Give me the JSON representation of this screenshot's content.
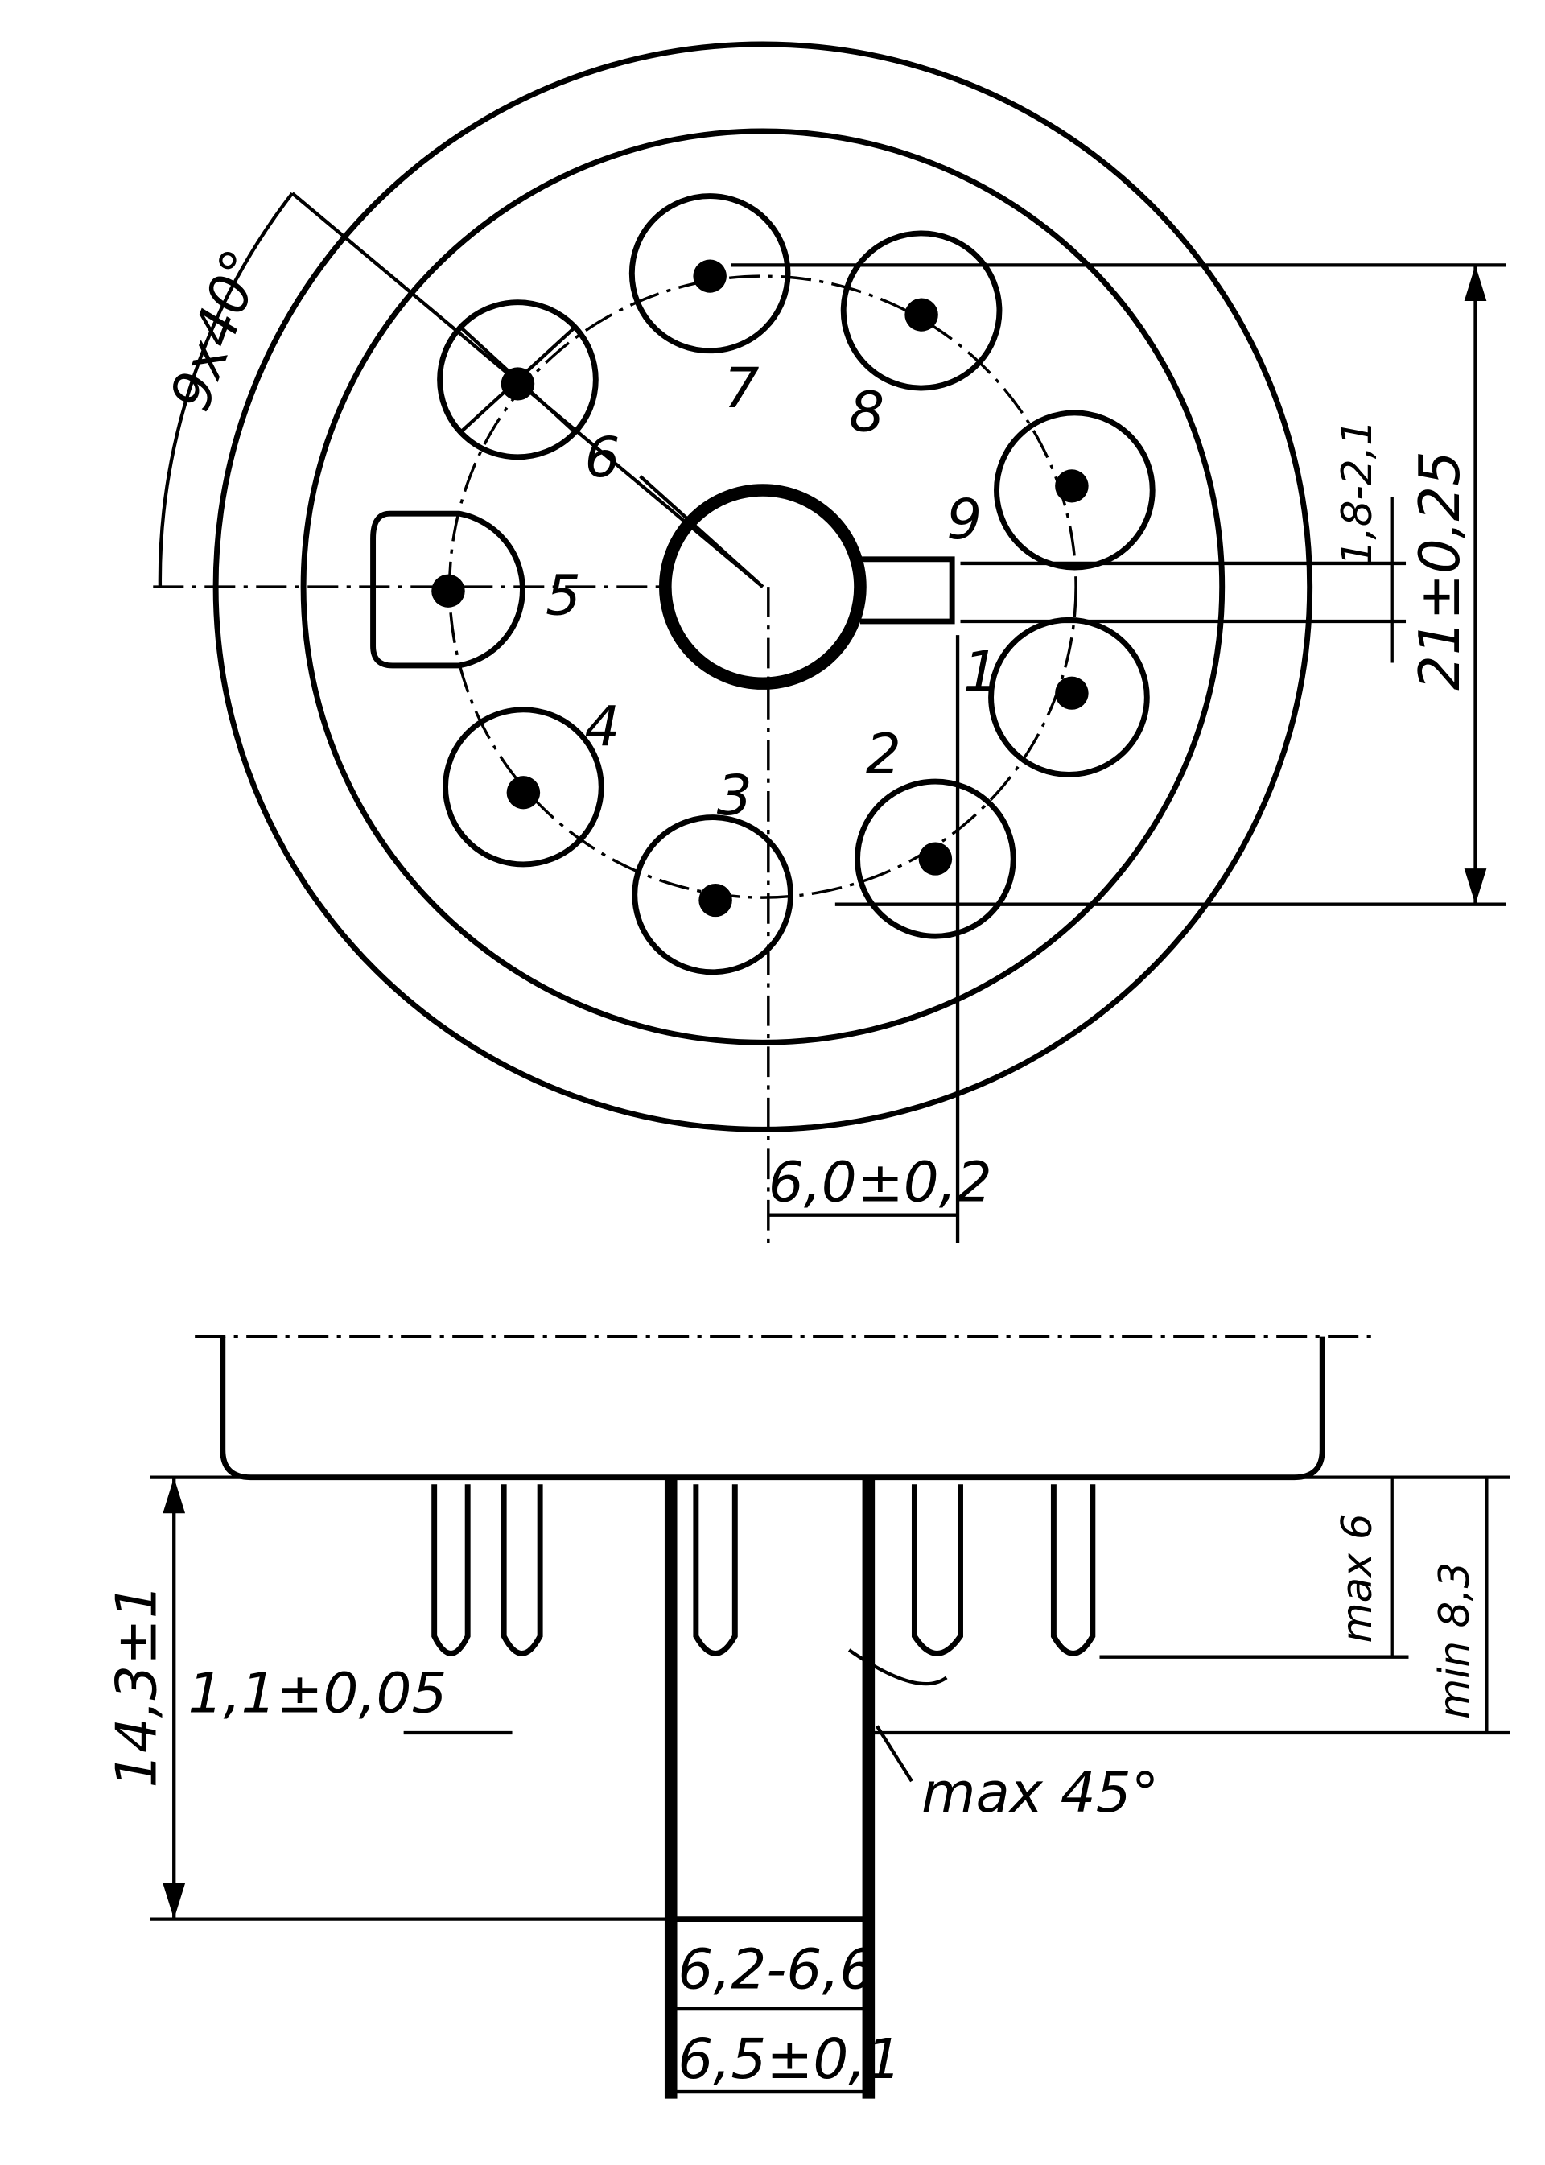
{
  "top_view": {
    "angle_dim": "9x40°",
    "pin_labels": [
      "1",
      "2",
      "3",
      "4",
      "5",
      "6",
      "7",
      "8",
      "9"
    ],
    "key_width_dim": "1,8-2,1",
    "pitch_dim": "21±0,25",
    "offset_dim": "6,0±0,2"
  },
  "side_view": {
    "overall_length_dim": "14,3±1",
    "pin_diameter_dim": "1,1±0,05",
    "max_pin_dim": "max 6",
    "min_pin_dim": "min 8,3",
    "chamfer_dim": "max 45°",
    "post_dim_1": "6,2-6,6",
    "post_dim_2": "6,5±0,1"
  }
}
